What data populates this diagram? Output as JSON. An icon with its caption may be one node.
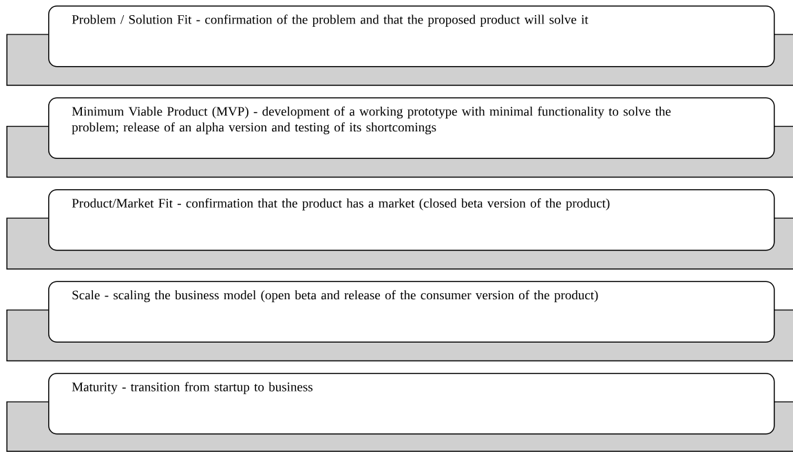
{
  "diagram": {
    "nodes": [
      {
        "text": [
          "Problem / Solution Fit - confirmation of the problem and that the proposed product will solve it"
        ]
      },
      {
        "text": [
          "Minimum Viable Product (MVP) - development of a working prototype with minimal functionality to solve the problem; release of an alpha version and testing of its shortcomings"
        ]
      },
      {
        "text": [
          "Product/Market Fit - confirmation that the product has a market (closed beta version of the product)"
        ]
      },
      {
        "text": [
          "Scale - scaling the business model (open beta and release of the consumer version of the product)"
        ]
      },
      {
        "text": [
          "Maturity - transition from startup to business"
        ]
      }
    ]
  }
}
